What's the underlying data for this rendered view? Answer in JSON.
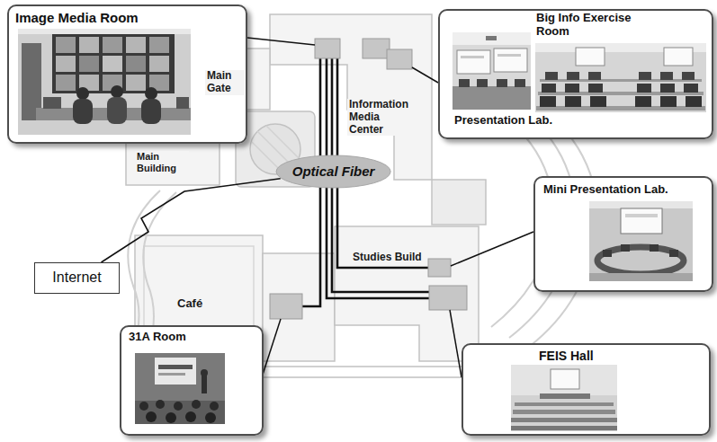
{
  "diagram": {
    "nodes": [
      {
        "text": [
          "Image Media Room"
        ]
      },
      {
        "text": [
          "Big Info Exercise Room",
          "Presentation Lab."
        ]
      },
      {
        "text": [
          "Internet"
        ]
      },
      {
        "text": [
          "Optical Fiber"
        ]
      },
      {
        "text": [
          "Mini Presentation Lab."
        ]
      },
      {
        "text": [
          "31A Room"
        ]
      },
      {
        "text": [
          "FEIS Hall"
        ]
      }
    ],
    "edges": [
      {
        "from": 2,
        "to": 3,
        "arrow": "none"
      }
    ],
    "labels": [
      "Main Gate",
      "Main Building",
      "Information Media Center",
      "Café",
      "Studies Build"
    ]
  }
}
